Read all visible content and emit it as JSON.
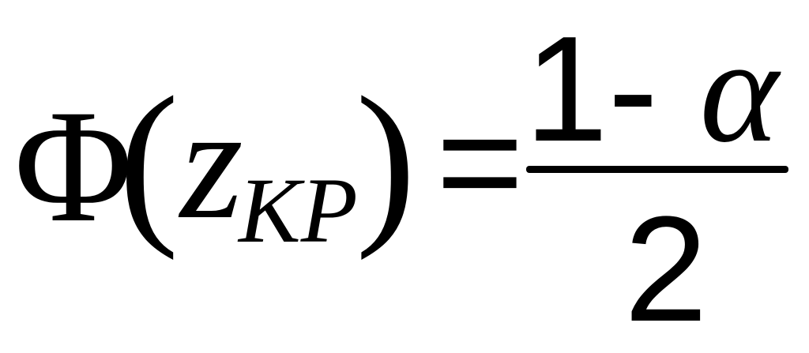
{
  "formula": {
    "function": "Φ",
    "open_paren": "(",
    "variable": "z",
    "subscript": "KP",
    "close_paren": ")",
    "equals": "=",
    "numerator_lead": "1- ",
    "numerator_symbol": "α",
    "denominator": "2"
  }
}
